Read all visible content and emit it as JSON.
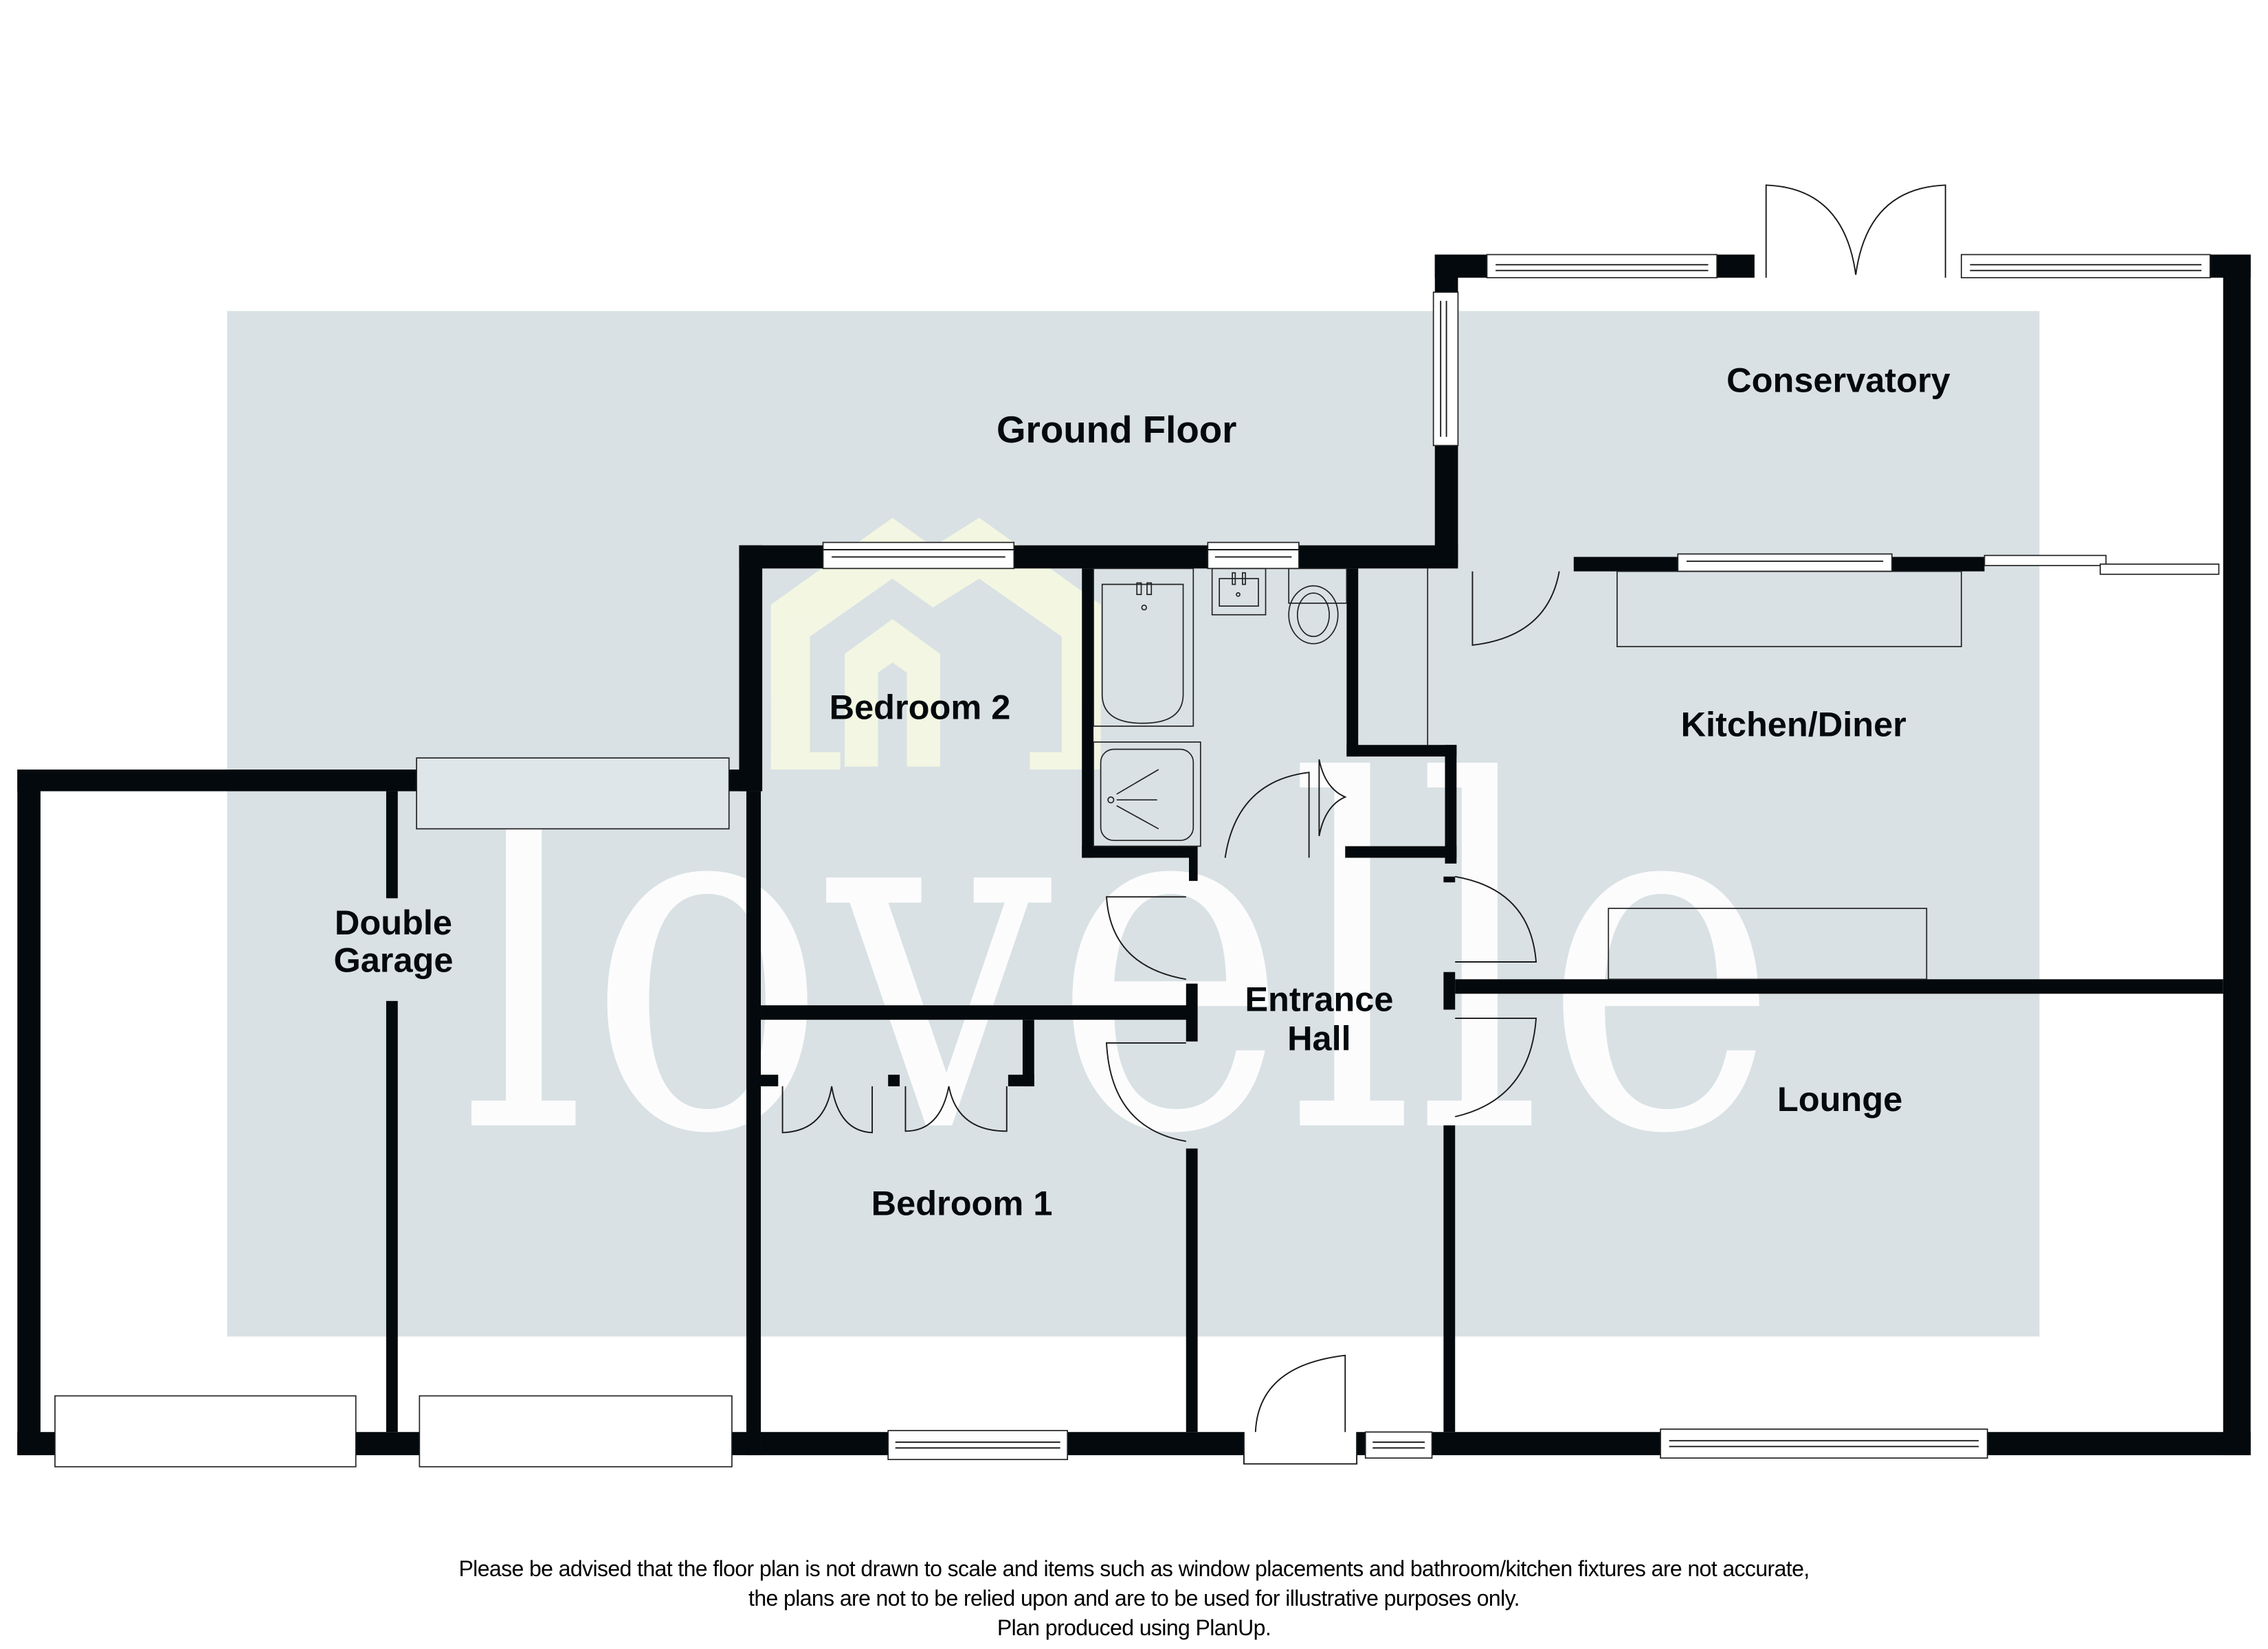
{
  "plan": {
    "floor_title": "Ground Floor",
    "watermark_text": "lovelle",
    "colors": {
      "wall": "#03090c",
      "backdrop": "#d9e1e4",
      "watermark_logo": "#f4f8e2",
      "watermark_text": "#ffffff",
      "background": "#ffffff"
    },
    "rooms": [
      {
        "id": "conservatory",
        "label": "Conservatory"
      },
      {
        "id": "kitchen-diner",
        "label": "Kitchen/Diner"
      },
      {
        "id": "bedroom-2",
        "label": "Bedroom 2"
      },
      {
        "id": "double-garage",
        "label_line1": "Double",
        "label_line2": "Garage"
      },
      {
        "id": "entrance-hall",
        "label_line1": "Entrance",
        "label_line2": "Hall"
      },
      {
        "id": "lounge",
        "label": "Lounge"
      },
      {
        "id": "bedroom-1",
        "label": "Bedroom 1"
      }
    ]
  },
  "footer": {
    "line1": "Please be advised that the floor plan is not drawn to scale and items such as window placements and bathroom/kitchen fixtures are not accurate,",
    "line2": "the plans are not to be relied upon and are to be used for illustrative purposes only.",
    "line3": "Plan produced using PlanUp."
  }
}
